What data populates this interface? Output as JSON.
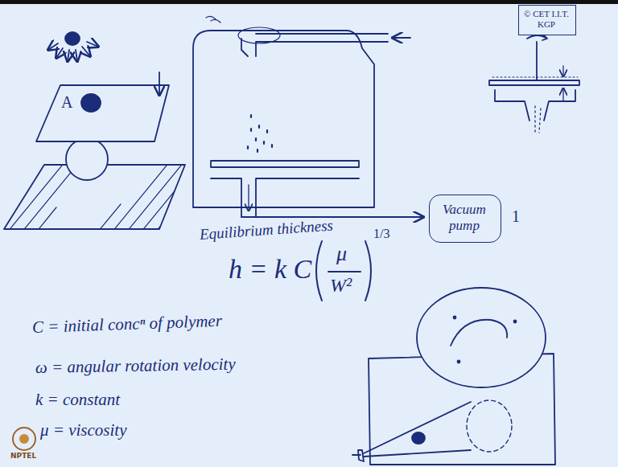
{
  "diagram": {
    "nodes": [
      {
        "text": [
          "© CET I.I.T. KGP"
        ]
      },
      {
        "text": [
          "Vacuum pump"
        ]
      }
    ],
    "labels": [
      "A",
      "1",
      "Equilibrium thickness",
      "h = k C",
      "μ",
      "W²",
      "1/3",
      "C = initial concⁿ of polymer",
      "ω = angular rotation velocity",
      "k = constant",
      "μ = viscosity",
      "NPTEL"
    ]
  }
}
